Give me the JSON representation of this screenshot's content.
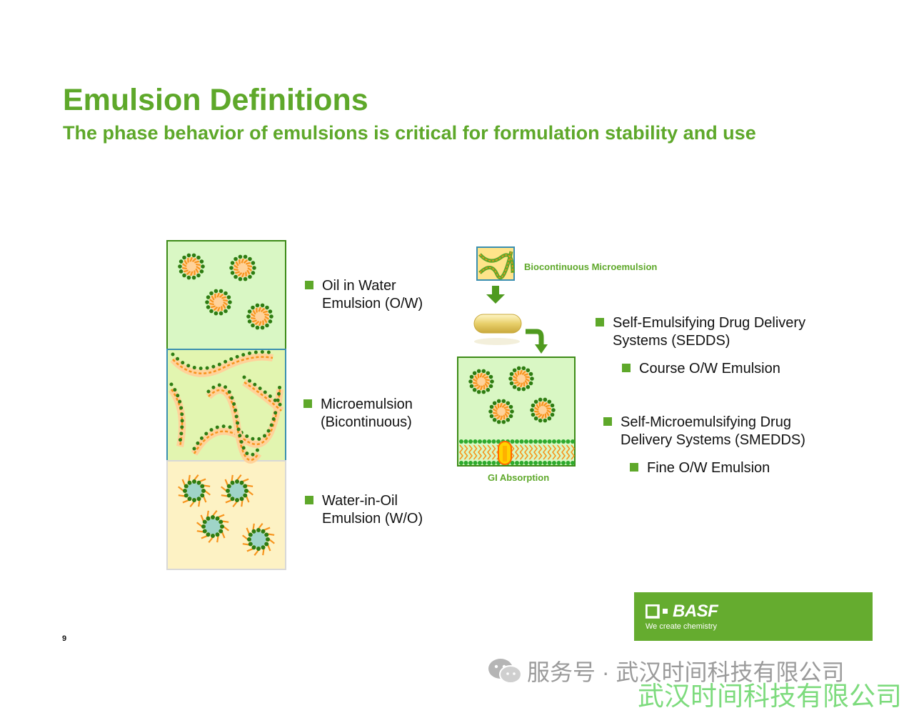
{
  "title": "Emulsion Definitions",
  "subtitle": "The phase behavior of emulsions is critical for formulation stability and use",
  "left_list": [
    {
      "line1": "Oil in Water",
      "line2": "Emulsion (O/W)"
    },
    {
      "line1": "Microemulsion",
      "line2": "(Bicontinuous)"
    },
    {
      "line1": "Water-in-Oil",
      "line2": "Emulsion (W/O)"
    }
  ],
  "diagram": {
    "top_label": "Biocontinuous Microemulsion",
    "bottom_label": "GI Absorption"
  },
  "right_list": [
    {
      "line1": "Self-Emulsifying Drug Delivery",
      "line2": "Systems (SEDDS)",
      "sub": "Course O/W Emulsion"
    },
    {
      "line1": "Self-Microemulsifying Drug",
      "line2": "Delivery Systems (SMEDDS)",
      "sub": "Fine O/W Emulsion"
    }
  ],
  "logo": {
    "brand": "BASF",
    "tagline": "We create chemistry"
  },
  "page_number": "9",
  "watermark": {
    "line1": "服务号 · 武汉时间科技有限公司",
    "line2": "武汉时间科技有限公司"
  },
  "colors": {
    "accent": "#5ea82a",
    "oil": "#f7941d",
    "water_bg": "#d9f7c4",
    "oil_bg": "#fdf2c4",
    "dot": "#2e7d12"
  }
}
